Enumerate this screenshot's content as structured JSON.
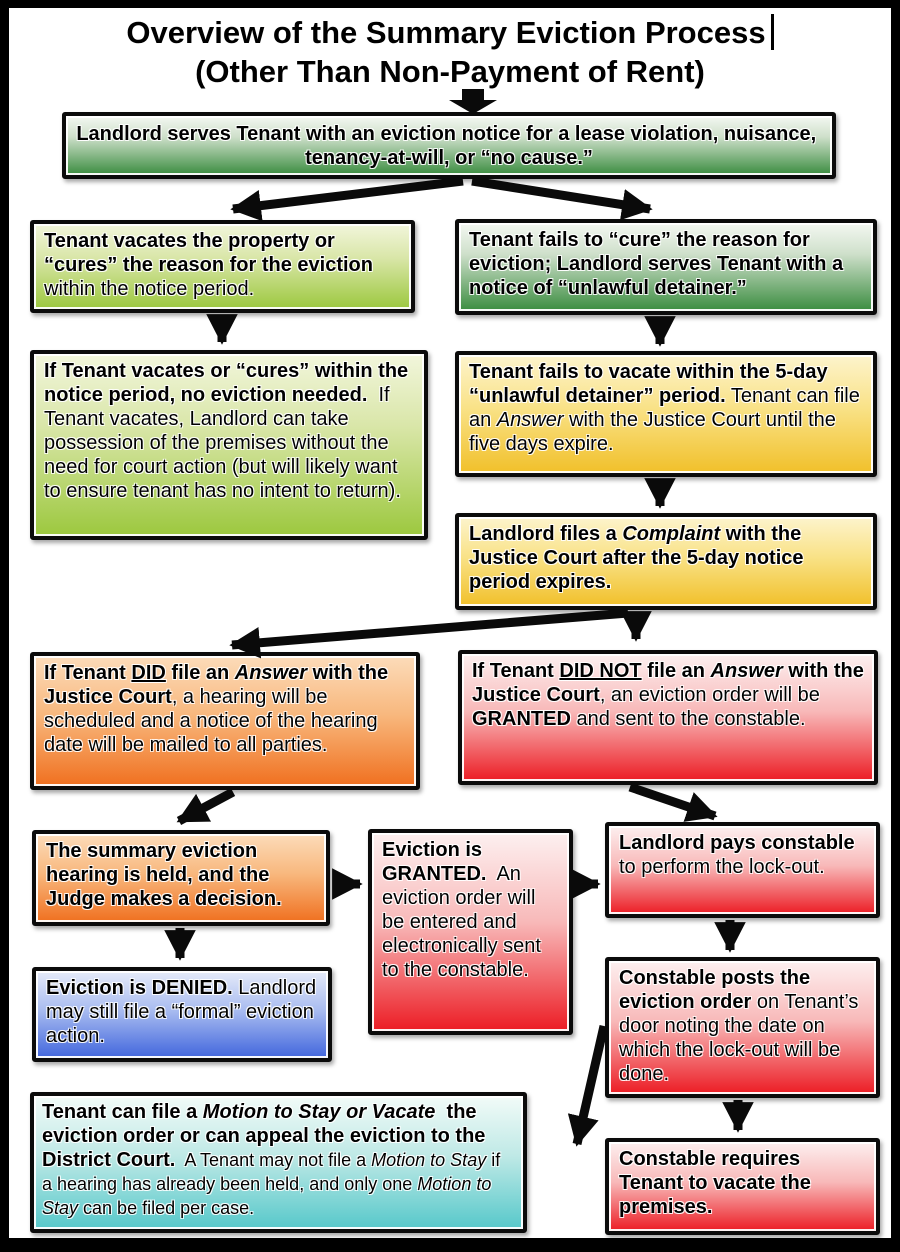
{
  "title": {
    "line1": "Overview of the Summary Eviction Process",
    "line2": "(Other Than Non-Payment of Rent)"
  },
  "colors": {
    "green": "#3a8c3f",
    "lightgreen": "#9cc83e",
    "yellow": "#f1c02a",
    "orange": "#f0701f",
    "red": "#ec1c24",
    "blue": "#4166dd",
    "cyan": "#56c8ca",
    "arrow": "#0a0a0a"
  },
  "boxes": {
    "landlord_serves_notice": {
      "color": "green",
      "segments": [
        {
          "t": "Landlord serves Tenant with an eviction notice for a lease violation, nuisance,  tenancy-at-will, or “no cause.”",
          "b": true
        }
      ]
    },
    "tenant_vacates_or_cures": {
      "color": "lightgreen",
      "segments": [
        {
          "t": "Tenant vacates the property or “cures” the reason for the eviction",
          "b": true
        },
        {
          "t": " within the notice period."
        }
      ]
    },
    "tenant_fails_to_cure": {
      "color": "green",
      "segments": [
        {
          "t": "Tenant fails to “cure” the reason for eviction; Landlord serves Tenant with a notice of “unlawful detainer.”",
          "b": true
        }
      ]
    },
    "no_eviction_needed": {
      "color": "lightgreen",
      "segments": [
        {
          "t": "If Tenant vacates or “cures” within the notice period, no eviction needed.",
          "b": true
        },
        {
          "t": "  If Tenant vacates, Landlord can take possession of the premises without the need for court action (but will likely want to ensure tenant has no intent to return)."
        }
      ]
    },
    "tenant_fails_to_vacate": {
      "color": "yellow",
      "segments": [
        {
          "t": "Tenant fails to vacate within the 5-day “unlawful detainer” period.",
          "b": true
        },
        {
          "t": " Tenant can file an "
        },
        {
          "t": "Answer",
          "i": true
        },
        {
          "t": " with the Justice Court until the five days expire."
        }
      ]
    },
    "landlord_files_complaint": {
      "color": "yellow",
      "segments": [
        {
          "t": "Landlord files a ",
          "b": true
        },
        {
          "t": "Complaint",
          "b": true,
          "i": true
        },
        {
          "t": " with the Justice Court after the 5-day notice period expires.",
          "b": true
        }
      ]
    },
    "tenant_did_file_answer": {
      "color": "orange",
      "segments": [
        {
          "t": "If Tenant ",
          "b": true
        },
        {
          "t": "DID",
          "b": true,
          "u": true
        },
        {
          "t": " file an ",
          "b": true
        },
        {
          "t": "Answer",
          "b": true,
          "i": true
        },
        {
          "t": " with the Justice Court",
          "b": true
        },
        {
          "t": ", a hearing will be scheduled and a notice of the hearing date will be mailed to all parties."
        }
      ]
    },
    "tenant_did_not_file_answer": {
      "color": "red",
      "segments": [
        {
          "t": "If Tenant ",
          "b": true
        },
        {
          "t": "DID NOT",
          "b": true,
          "u": true
        },
        {
          "t": " file an ",
          "b": true
        },
        {
          "t": "Answer",
          "b": true,
          "i": true
        },
        {
          "t": " with the Justice Court",
          "b": true
        },
        {
          "t": ", an eviction order will be "
        },
        {
          "t": "GRANTED",
          "b": true
        },
        {
          "t": " and sent to the constable."
        }
      ]
    },
    "hearing_held": {
      "color": "orange",
      "segments": [
        {
          "t": "The summary eviction hearing is held, and the Judge makes a decision.",
          "b": true
        }
      ]
    },
    "eviction_granted": {
      "color": "red",
      "segments": [
        {
          "t": "Eviction is GRANTED.",
          "b": true
        },
        {
          "t": "  An eviction order will be entered and electronically sent to the constable."
        }
      ]
    },
    "landlord_pays_constable": {
      "color": "red",
      "segments": [
        {
          "t": "Landlord pays constable",
          "b": true
        },
        {
          "t": " to perform the lock-out."
        }
      ]
    },
    "eviction_denied": {
      "color": "blue",
      "segments": [
        {
          "t": "Eviction is DENIED.",
          "b": true
        },
        {
          "t": " Landlord may still file a “formal” eviction action."
        }
      ]
    },
    "constable_posts_order": {
      "color": "red",
      "segments": [
        {
          "t": "Constable posts the eviction order",
          "b": true
        },
        {
          "t": " on Tenant’s door noting the date on which the lock-out will be done."
        }
      ]
    },
    "motion_to_stay": {
      "color": "cyan",
      "segments": [
        {
          "t": "Tenant can file a ",
          "b": true
        },
        {
          "t": "Motion to Stay or Vacate",
          "b": true,
          "i": true
        },
        {
          "t": "  the eviction order or can appeal the eviction to the District Court.",
          "b": true
        },
        {
          "t": "  A Tenant may not file a ",
          "sm": true
        },
        {
          "t": "Motion to Stay",
          "i": true,
          "sm": true
        },
        {
          "t": " if a hearing has already been held, and only one ",
          "sm": true
        },
        {
          "t": "Motion to Stay",
          "i": true,
          "sm": true
        },
        {
          "t": " can be filed per case.",
          "sm": true
        }
      ]
    },
    "constable_requires_vacate": {
      "color": "red",
      "segments": [
        {
          "t": "Constable requires Tenant to vacate the premises.",
          "b": true
        }
      ]
    }
  },
  "connections": [
    {
      "from": "title",
      "to": "landlord-serves-notice"
    },
    {
      "from": "landlord-serves-notice",
      "to": "tenant-vacates-or-cures"
    },
    {
      "from": "landlord-serves-notice",
      "to": "tenant-fails-to-cure"
    },
    {
      "from": "tenant-vacates-or-cures",
      "to": "no-eviction-needed"
    },
    {
      "from": "tenant-fails-to-cure",
      "to": "tenant-fails-to-vacate"
    },
    {
      "from": "tenant-fails-to-vacate",
      "to": "landlord-files-complaint"
    },
    {
      "from": "landlord-files-complaint",
      "to": "tenant-did-file-answer"
    },
    {
      "from": "landlord-files-complaint",
      "to": "tenant-did-not-file-answer"
    },
    {
      "from": "tenant-did-file-answer",
      "to": "hearing-held"
    },
    {
      "from": "hearing-held",
      "to": "eviction-granted"
    },
    {
      "from": "hearing-held",
      "to": "eviction-denied"
    },
    {
      "from": "eviction-granted",
      "to": "landlord-pays-constable"
    },
    {
      "from": "tenant-did-not-file-answer",
      "to": "landlord-pays-constable"
    },
    {
      "from": "landlord-pays-constable",
      "to": "constable-posts-order"
    },
    {
      "from": "constable-posts-order",
      "to": "motion-to-stay"
    },
    {
      "from": "constable-posts-order",
      "to": "constable-requires-vacate"
    }
  ]
}
